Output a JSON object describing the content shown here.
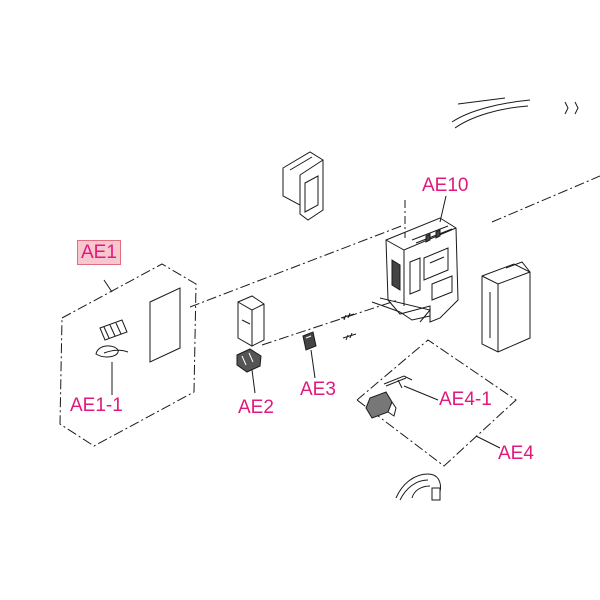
{
  "colors": {
    "label": "#e2197c",
    "line": "#1a1a1a",
    "selected_fill": "#f7c6cf",
    "selected_border": "#e0707f"
  },
  "callouts": {
    "ae1": "AE1",
    "ae1_1": "AE1-1",
    "ae2": "AE2",
    "ae3": "AE3",
    "ae4": "AE4",
    "ae4_1": "AE4-1",
    "ae10": "AE10"
  },
  "selected_callout": "AE1"
}
